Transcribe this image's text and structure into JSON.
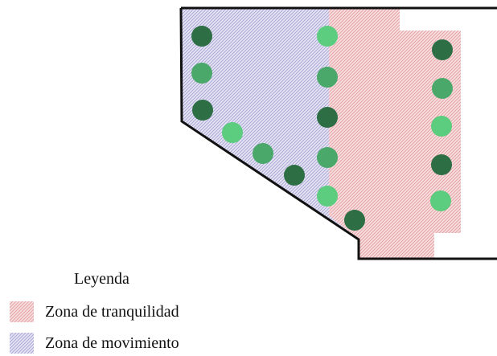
{
  "legend": {
    "title": "Leyenda",
    "items": [
      {
        "label": "Zona de tranquilidad",
        "color": "#e8a0a4"
      },
      {
        "label": "Zona de movimiento",
        "color": "#a9a6d6"
      }
    ]
  },
  "colors": {
    "outline": "#111111",
    "tree_dark": "#2e6e45",
    "tree_medium": "#4aa86a",
    "tree_light": "#5ccc7e",
    "zone_tranquilidad": "#e8a0a4",
    "zone_movimiento": "#a9a6d6"
  }
}
